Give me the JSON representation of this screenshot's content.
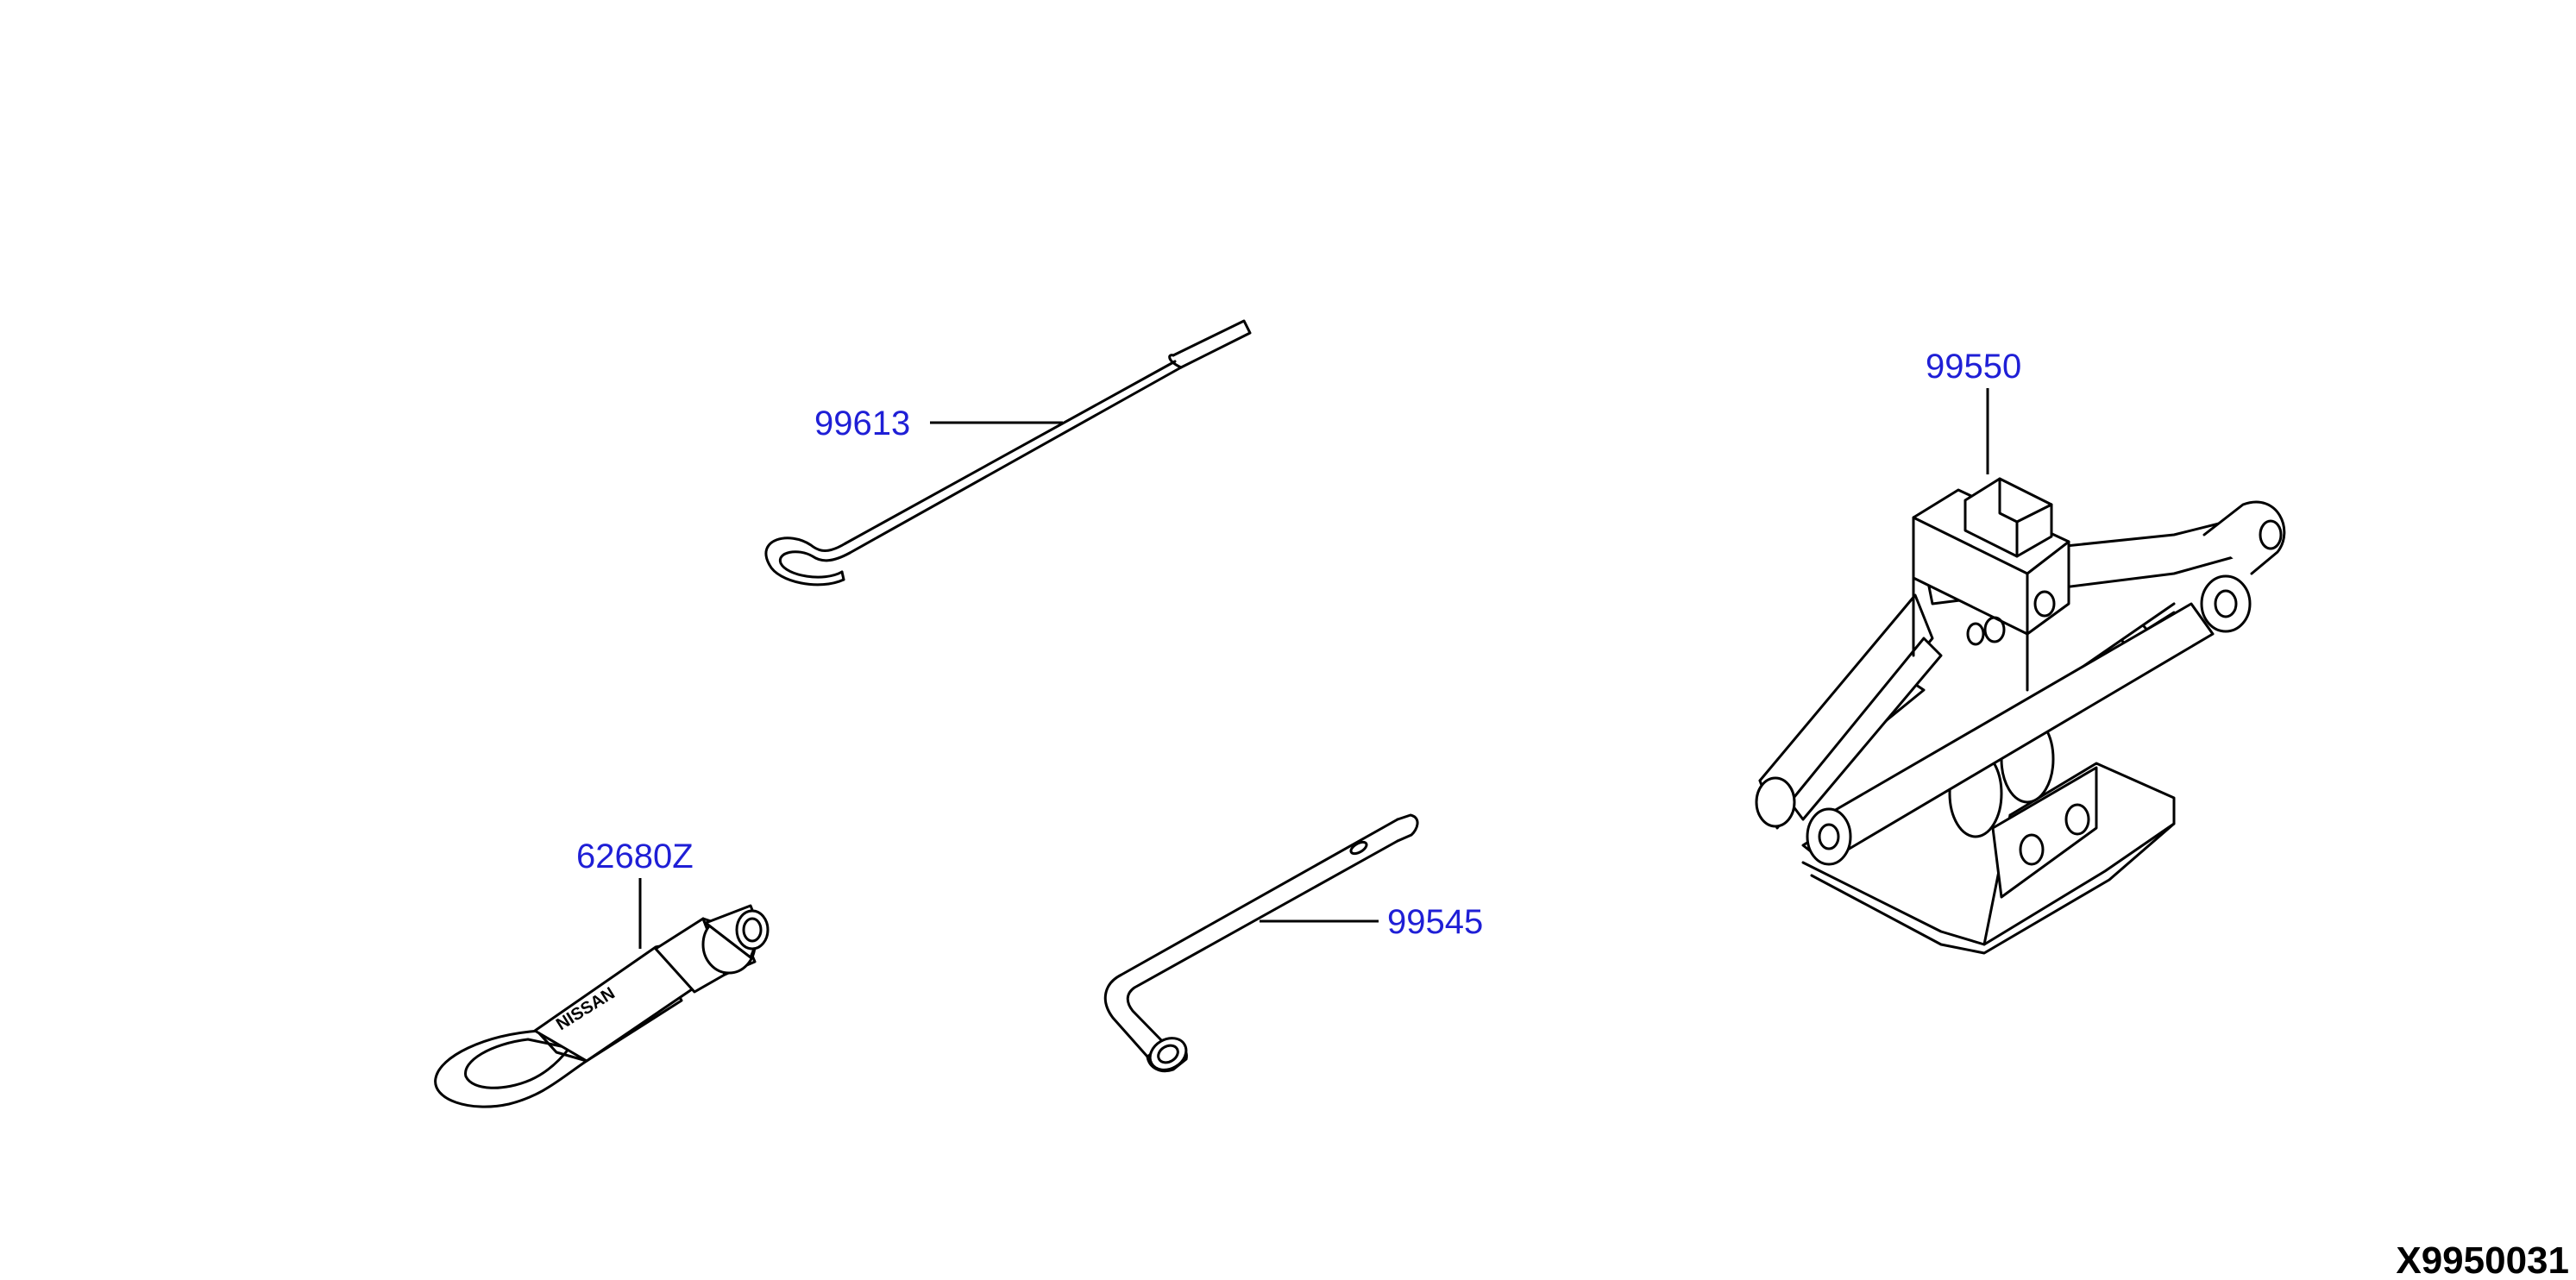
{
  "parts": [
    {
      "number": "99613",
      "description_icon": "hook-rod-icon"
    },
    {
      "number": "99550",
      "description_icon": "scissor-jack-icon"
    },
    {
      "number": "62680Z",
      "description_icon": "tow-hook-icon"
    },
    {
      "number": "99545",
      "description_icon": "wheel-wrench-icon"
    }
  ],
  "tow_hook_marking": "NISSAN",
  "diagram_id": "X9950031",
  "colors": {
    "label": "#1f1fd6",
    "line": "#000000",
    "background": "#ffffff"
  }
}
